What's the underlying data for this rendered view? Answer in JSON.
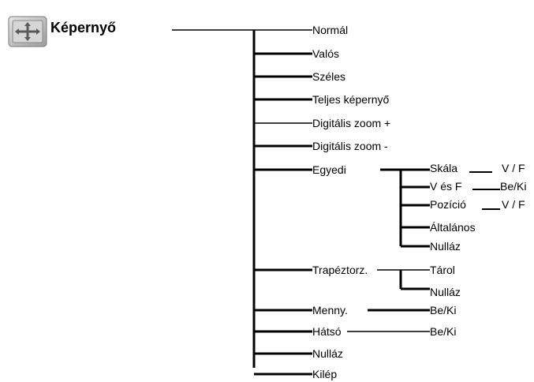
{
  "menu": {
    "title": "Képernyő",
    "icon": "screen-move-icon",
    "items": {
      "normal": "Normál",
      "valos": "Valós",
      "szeles": "Széles",
      "teljes": "Teljes képernyő",
      "digzoom_plus": "Digitális zoom +",
      "digzoom_minus": "Digitális zoom -",
      "egyedi": "Egyedi",
      "trapez": "Trapéztorz.",
      "menny": "Menny.",
      "hatso": "Hátsó",
      "nullaz": "Nulláz",
      "kilep": "Kilép"
    },
    "egyedi_sub": {
      "skala": "Skála",
      "skala_val": "V / F",
      "vesf": "V és F",
      "vesf_val": "Be/Ki",
      "pozicio": "Pozíció",
      "pozicio_val": "V / F",
      "altalanos": "Általános",
      "nullaz": "Nulláz"
    },
    "trapez_sub": {
      "tarol": "Tárol",
      "nullaz": "Nulláz"
    },
    "menny_val": "Be/Ki",
    "hatso_val": "Be/Ki"
  }
}
